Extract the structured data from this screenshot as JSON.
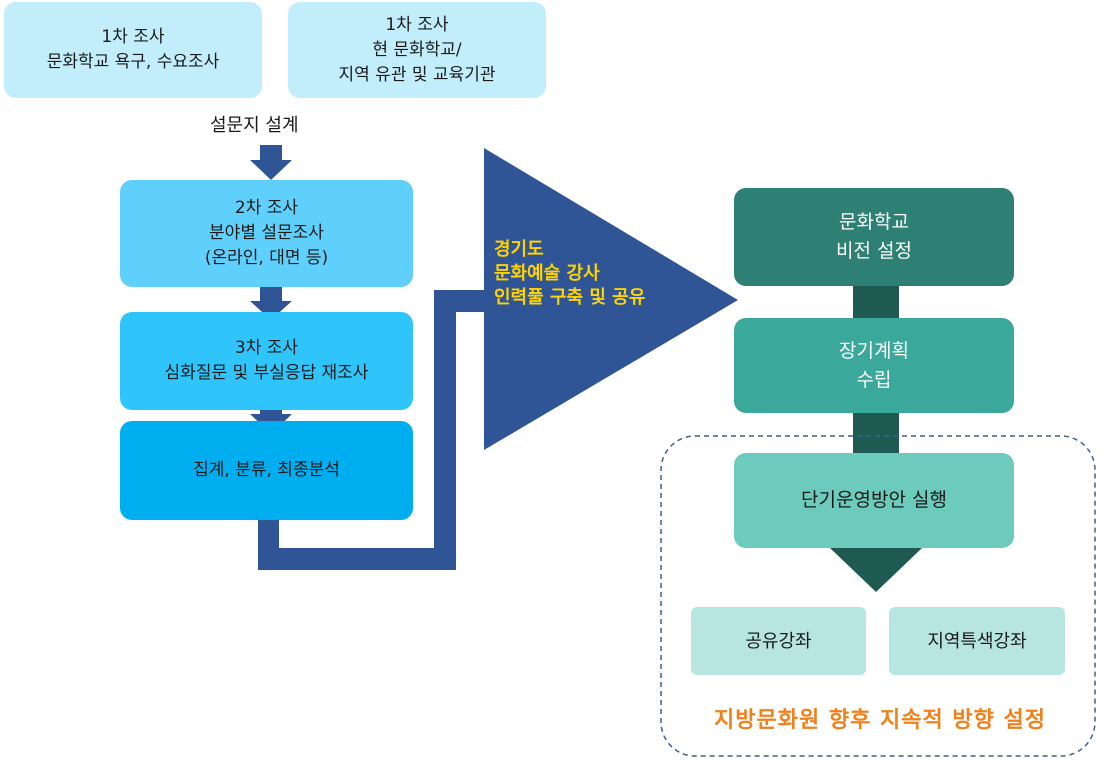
{
  "survey1": {
    "left": {
      "title": "1차 조사",
      "lines": [
        "문화학교 욕구, 수요조사"
      ]
    },
    "right": {
      "title": "1차 조사",
      "lines": [
        "현 문화학교/",
        "지역 유관 및 교육기관"
      ]
    }
  },
  "design_label": "설문지 설계",
  "survey2": {
    "title": "2차 조사",
    "lines": [
      "분야별 설문조사",
      "(온라인, 대면 등)"
    ]
  },
  "survey3": {
    "title": "3차 조사",
    "lines": [
      "심화질문 및 부실응답 재조사"
    ]
  },
  "analysis": "집계, 분류, 최종분석",
  "triangle": {
    "lines": [
      "경기도",
      "문화예술 강사",
      "인력풀 구축 및 공유"
    ]
  },
  "vision": {
    "lines": [
      "문화학교",
      "비전 설정"
    ]
  },
  "longterm": {
    "lines": [
      "장기계획",
      "수립"
    ]
  },
  "shortterm": "단기운영방안 실행",
  "courses": [
    "공유강좌",
    "지역특색강좌"
  ],
  "footer": "지방문화원 향후 지속적 방향 설정",
  "colors": {
    "light_box": "#c2eefc",
    "survey2": "#5fd0fb",
    "survey3": "#2fc4fa",
    "analysis": "#00aeef",
    "flow_arrow": "#2f5597",
    "triangle": "#2f5597",
    "triangle_text": "#ffd200",
    "teal_dark": "#2e7f74",
    "teal_mid": "#3aa89b",
    "teal_light": "#6ccbbd",
    "course_box": "#b7e6e1",
    "footer_text": "#f0821e"
  }
}
